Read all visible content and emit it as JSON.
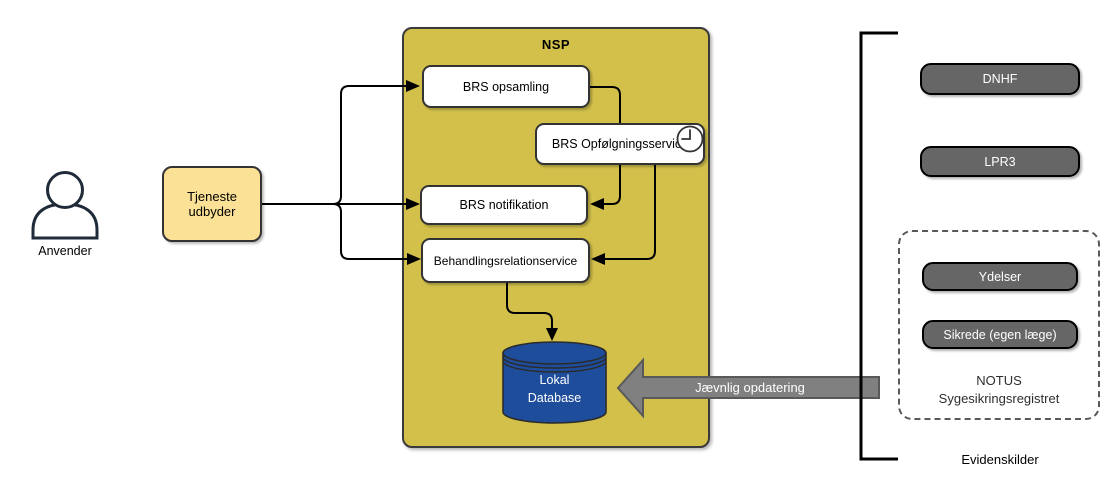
{
  "colors": {
    "nsp_fill": "#D2C04B",
    "node_yellow": "#FBE196",
    "db_blue": "#1E4D9B",
    "gray_box": "#666666",
    "arrow_gray": "#808080",
    "person_stroke": "#1F2B38"
  },
  "actor": {
    "label": "Anvender"
  },
  "provider": {
    "label": "Tjeneste udbyder"
  },
  "nsp": {
    "title": "NSP",
    "opsamling": "BRS opsamling",
    "opfolgningsservice": "BRS Opfølgningsservice",
    "notifikation": "BRS notifikation",
    "behandlingsrelationservice": "Behandlingsrelationservice",
    "database": "Lokal Database"
  },
  "update_arrow": {
    "label": "Jævnlig opdatering"
  },
  "evidence": {
    "dnhf": "DNHF",
    "lpr3": "LPR3",
    "ydelser": "Ydelser",
    "sikrede": "Sikrede (egen læge)",
    "notus_caption": "NOTUS Sygesikringsregistret",
    "bracket_label": "Evidenskilder"
  }
}
